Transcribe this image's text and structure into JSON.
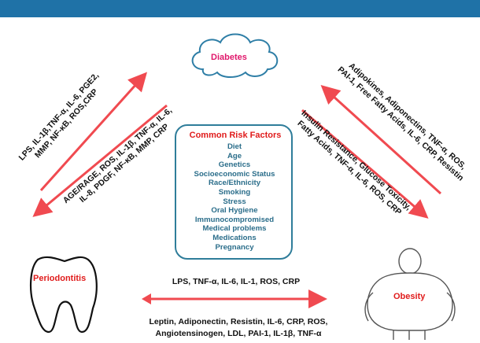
{
  "nodes": {
    "diabetes": "Diabetes",
    "periodontitis": "Periodontitis",
    "obesity": "Obesity"
  },
  "center": {
    "title": "Common Risk Factors",
    "items": [
      "Diet",
      "Age",
      "Genetics",
      "Socioeconomic Status",
      "Race/Ethnicity",
      "Smoking",
      "Stress",
      "Oral Hygiene",
      "Immunocompromised",
      "Medical problems",
      "Medications",
      "Pregnancy"
    ]
  },
  "edges": {
    "perio_to_diabetes": [
      "LPS, IL-1β,TNF-α, IL-6, PGE2,",
      "MMP, NF-κB, ROS,CRP"
    ],
    "diabetes_to_perio": [
      "AGE/RAGE, ROS, IL-1β, TNF-α, IL-6,",
      "IL-8, PDGF, NF-κB, MMP, CRP"
    ],
    "obesity_to_diabetes": [
      "Adipokines, Adiponectins,  TNF-α,  ROS,",
      "PAI-1, Free Fatty Acids, IL-6, CRP, Resistin"
    ],
    "diabetes_to_obesity": [
      "Insulin Resistance, Glucose Toxicity,",
      "Fatty Acids, TNF-α, IL-6, ROS, CRP"
    ],
    "perio_obesity_top": "LPS, TNF-α, IL-6, IL-1, ROS, CRP",
    "perio_obesity_bottom": [
      "Leptin, Adiponectin, Resistin, IL-6, CRP, ROS,",
      "Angiotensinogen, LDL, PAI-1, IL-1β, TNF-α"
    ]
  },
  "colors": {
    "header_bar": "#1f72a7",
    "arrow": "#f04a50",
    "node_label": "#e0176b",
    "center_title": "#e01b1b",
    "center_items": "#2a6d8a",
    "center_border": "#2f7d9a"
  }
}
